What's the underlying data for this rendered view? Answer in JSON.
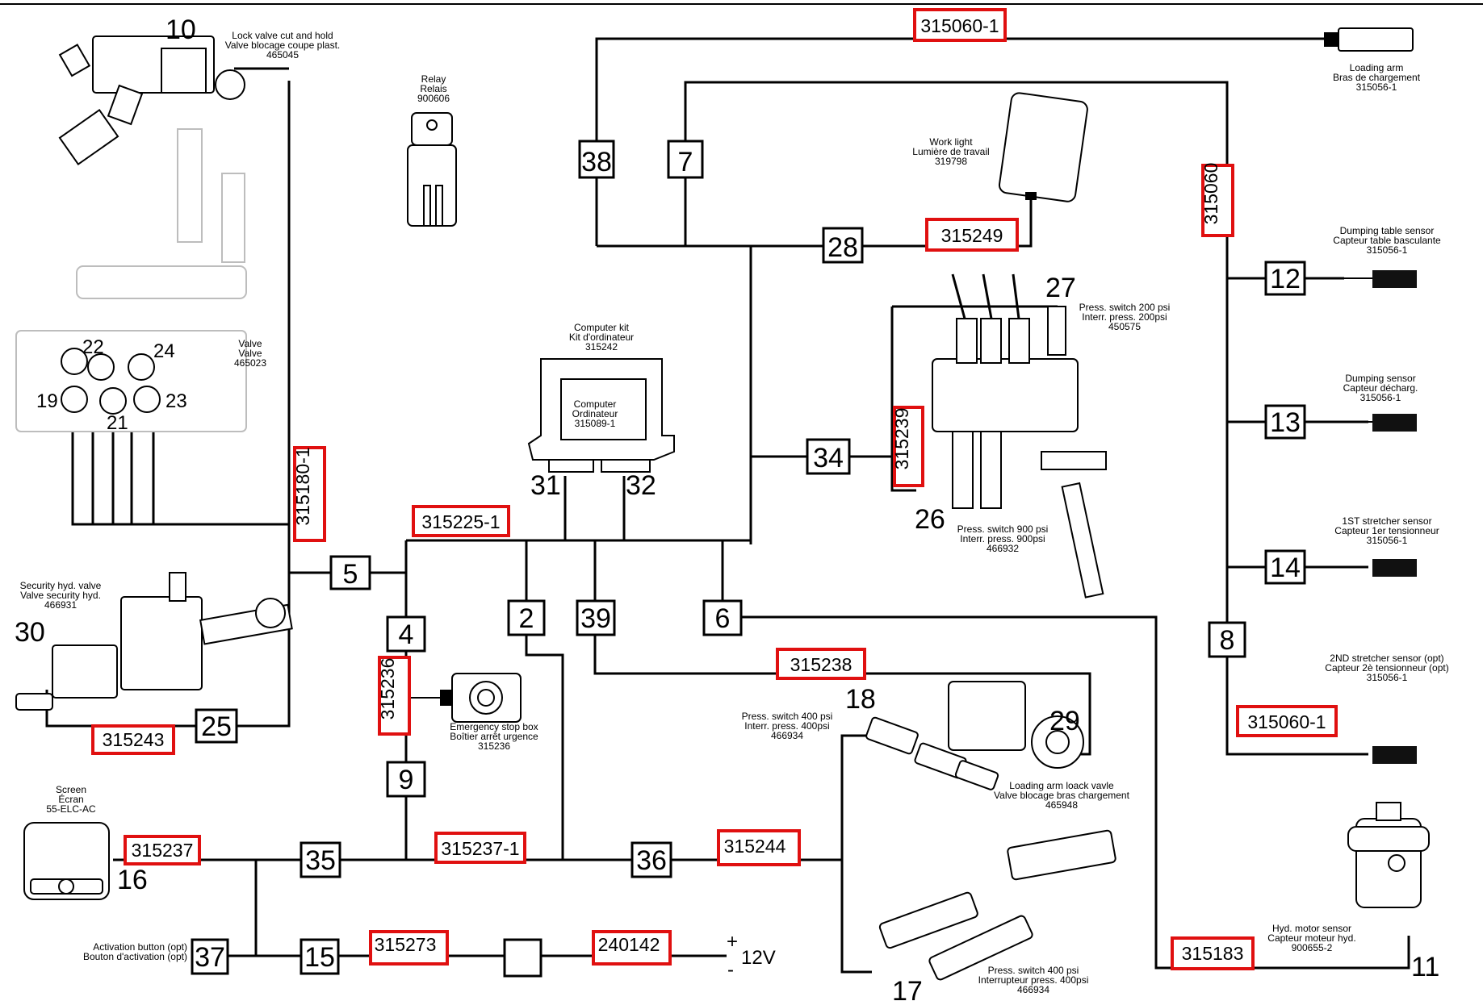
{
  "boxes": {
    "b38": "38",
    "b7": "7",
    "b28": "28",
    "b34": "34",
    "b5": "5",
    "b4": "4",
    "b9": "9",
    "b2": "2",
    "b39": "39",
    "b6": "6",
    "b12": "12",
    "b13": "13",
    "b14": "14",
    "b8": "8",
    "b25": "25",
    "b35": "35",
    "b36": "36",
    "b15": "15",
    "b37": "37",
    "blank": ""
  },
  "parts": {
    "p315060_1_top": "315060-1",
    "p315060": "315060",
    "p315249": "315249",
    "p315239": "315239",
    "p315180_1": "315180-1",
    "p315225_1": "315225-1",
    "p315236": "315236",
    "p315238": "315238",
    "p315243": "315243",
    "p315237": "315237",
    "p315237_1": "315237-1",
    "p315244": "315244",
    "p315273": "315273",
    "p240142": "240142",
    "p315183": "315183",
    "p315060_1_bot": "315060-1"
  },
  "numbers": {
    "n10": "10",
    "n22": "22",
    "n24": "24",
    "n19": "19",
    "n21": "21",
    "n23": "23",
    "n30": "30",
    "n16": "16",
    "n31": "31",
    "n32": "32",
    "n27": "27",
    "n26": "26",
    "n18": "18",
    "n29": "29",
    "n17": "17",
    "n11": "11"
  },
  "labels": {
    "lockvalve": [
      "Lock valve cut and hold",
      "Valve blocage coupe plast.",
      "465045"
    ],
    "relay": [
      "Relay",
      "Relais",
      "900606"
    ],
    "loadingarm": [
      "Loading arm",
      "Bras de chargement",
      "315056-1"
    ],
    "worklight": [
      "Work light",
      "Lumière de travail",
      "319798"
    ],
    "computerkit": [
      "Computer kit",
      "Kit d'ordinateur",
      "315242"
    ],
    "computer": [
      "Computer",
      "Ordinateur",
      "315089-1"
    ],
    "valve": [
      "Valve",
      "Valve",
      "465023"
    ],
    "ps200": [
      "Press. switch 200 psi",
      "Interr. press. 200psi",
      "450575"
    ],
    "ps900": [
      "Press. switch 900 psi",
      "Interr. press. 900psi",
      "466932"
    ],
    "dumpingtable": [
      "Dumping table sensor",
      "Capteur table basculante",
      "315056-1"
    ],
    "dumping": [
      "Dumping sensor",
      "Capteur décharg.",
      "315056-1"
    ],
    "stretcher1": [
      "1ST stretcher sensor",
      "Capteur 1er tensionneur",
      "315056-1"
    ],
    "stretcher2": [
      "2ND stretcher sensor (opt)",
      "Capteur 2è tensionneur (opt)",
      "315056-1"
    ],
    "security": [
      "Security hyd. valve",
      "Valve security hyd.",
      "466931"
    ],
    "estop": [
      "Emergency stop box",
      "Boîtier arrêt urgence",
      "315236"
    ],
    "ps400a": [
      "Press. switch 400 psi",
      "Interr. press. 400psi",
      "466934"
    ],
    "loadingvalve": [
      "Loading arm loack vavle",
      "Valve blocage bras chargement",
      "465948"
    ],
    "screen": [
      "Screen",
      "Écran",
      "55-ELC-AC"
    ],
    "activation": [
      "Activation button (opt)",
      "Bouton d'activation (opt)"
    ],
    "ps400b": [
      "Press. switch 400 psi",
      "Interrupteur press. 400psi",
      "466934"
    ],
    "hydmotor": [
      "Hyd. motor sensor",
      "Capteur moteur hyd.",
      "900655-2"
    ]
  },
  "power": {
    "plus": "+",
    "minus": "-",
    "voltage": "12V"
  },
  "colors": {
    "wire": "#000000",
    "highlight": "#e01010",
    "faint": "#bdbdbd"
  }
}
